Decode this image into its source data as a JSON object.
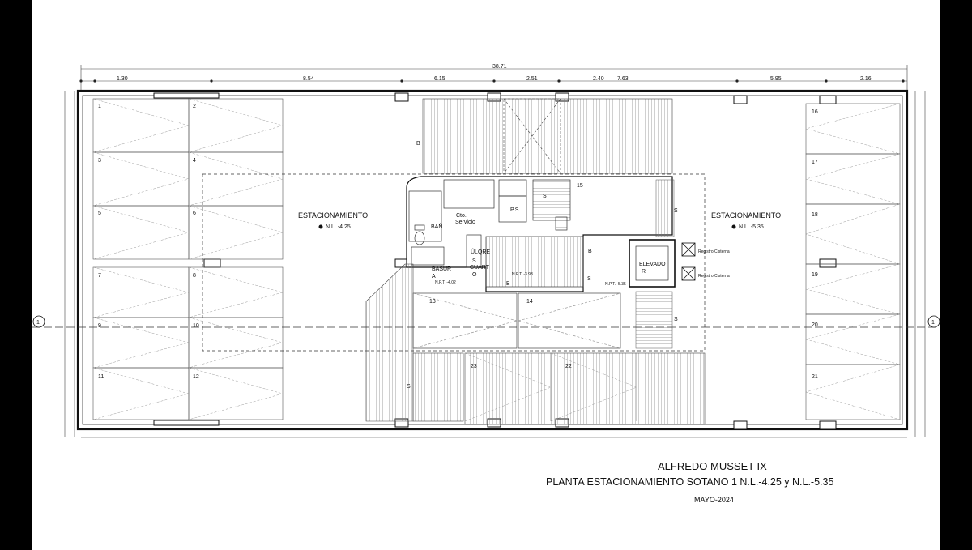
{
  "plan": {
    "title": "ALFREDO MUSSET IX",
    "subtitle": "PLANTA ESTACIONAMIENTO SOTANO 1 N.L.-4.25 y N.L.-5.35",
    "date": "MAYO-2024",
    "zone_left": {
      "label": "ESTACIONAMIENTO",
      "level": "N.L. -4.25"
    },
    "zone_right": {
      "label": "ESTACIONAMIENTO",
      "level": "N.L. -5.35"
    },
    "rooms": {
      "service_1": "Cto.",
      "service_2": "Servicio",
      "ps": "P.S.",
      "bath": "BAÑ",
      "trash": "BASUR",
      "cleaning": "ÚLQRE",
      "room_s": "S",
      "room_cuart": "CUART",
      "room_o": "O",
      "elevator": "ELEVADO",
      "elevator_r": "R",
      "cistern_1": "Registro Cisterna",
      "cistern_2": "Registro Cisterna",
      "npt_a": "N.P.T. -4.02",
      "npt_b": "N.P.T. -3.98",
      "npt_c": "N.P.T. -5.35",
      "mark_a": "A"
    },
    "stall_numbers": [
      "1",
      "2",
      "3",
      "4",
      "5",
      "6",
      "7",
      "8",
      "9",
      "10",
      "11",
      "12",
      "13",
      "14",
      "15",
      "16",
      "17",
      "18",
      "19",
      "20",
      "21",
      "22",
      "23"
    ],
    "direction_marks": [
      "B",
      "B",
      "B",
      "S",
      "S",
      "S",
      "S",
      "S"
    ],
    "section_markers": [
      "1",
      "1"
    ],
    "dimensions_top": [
      "1.30",
      "8.54",
      "6.15",
      "2.51",
      "2.40",
      "7.63",
      "5.95",
      "2.16"
    ],
    "dimension_total": "38.71"
  }
}
